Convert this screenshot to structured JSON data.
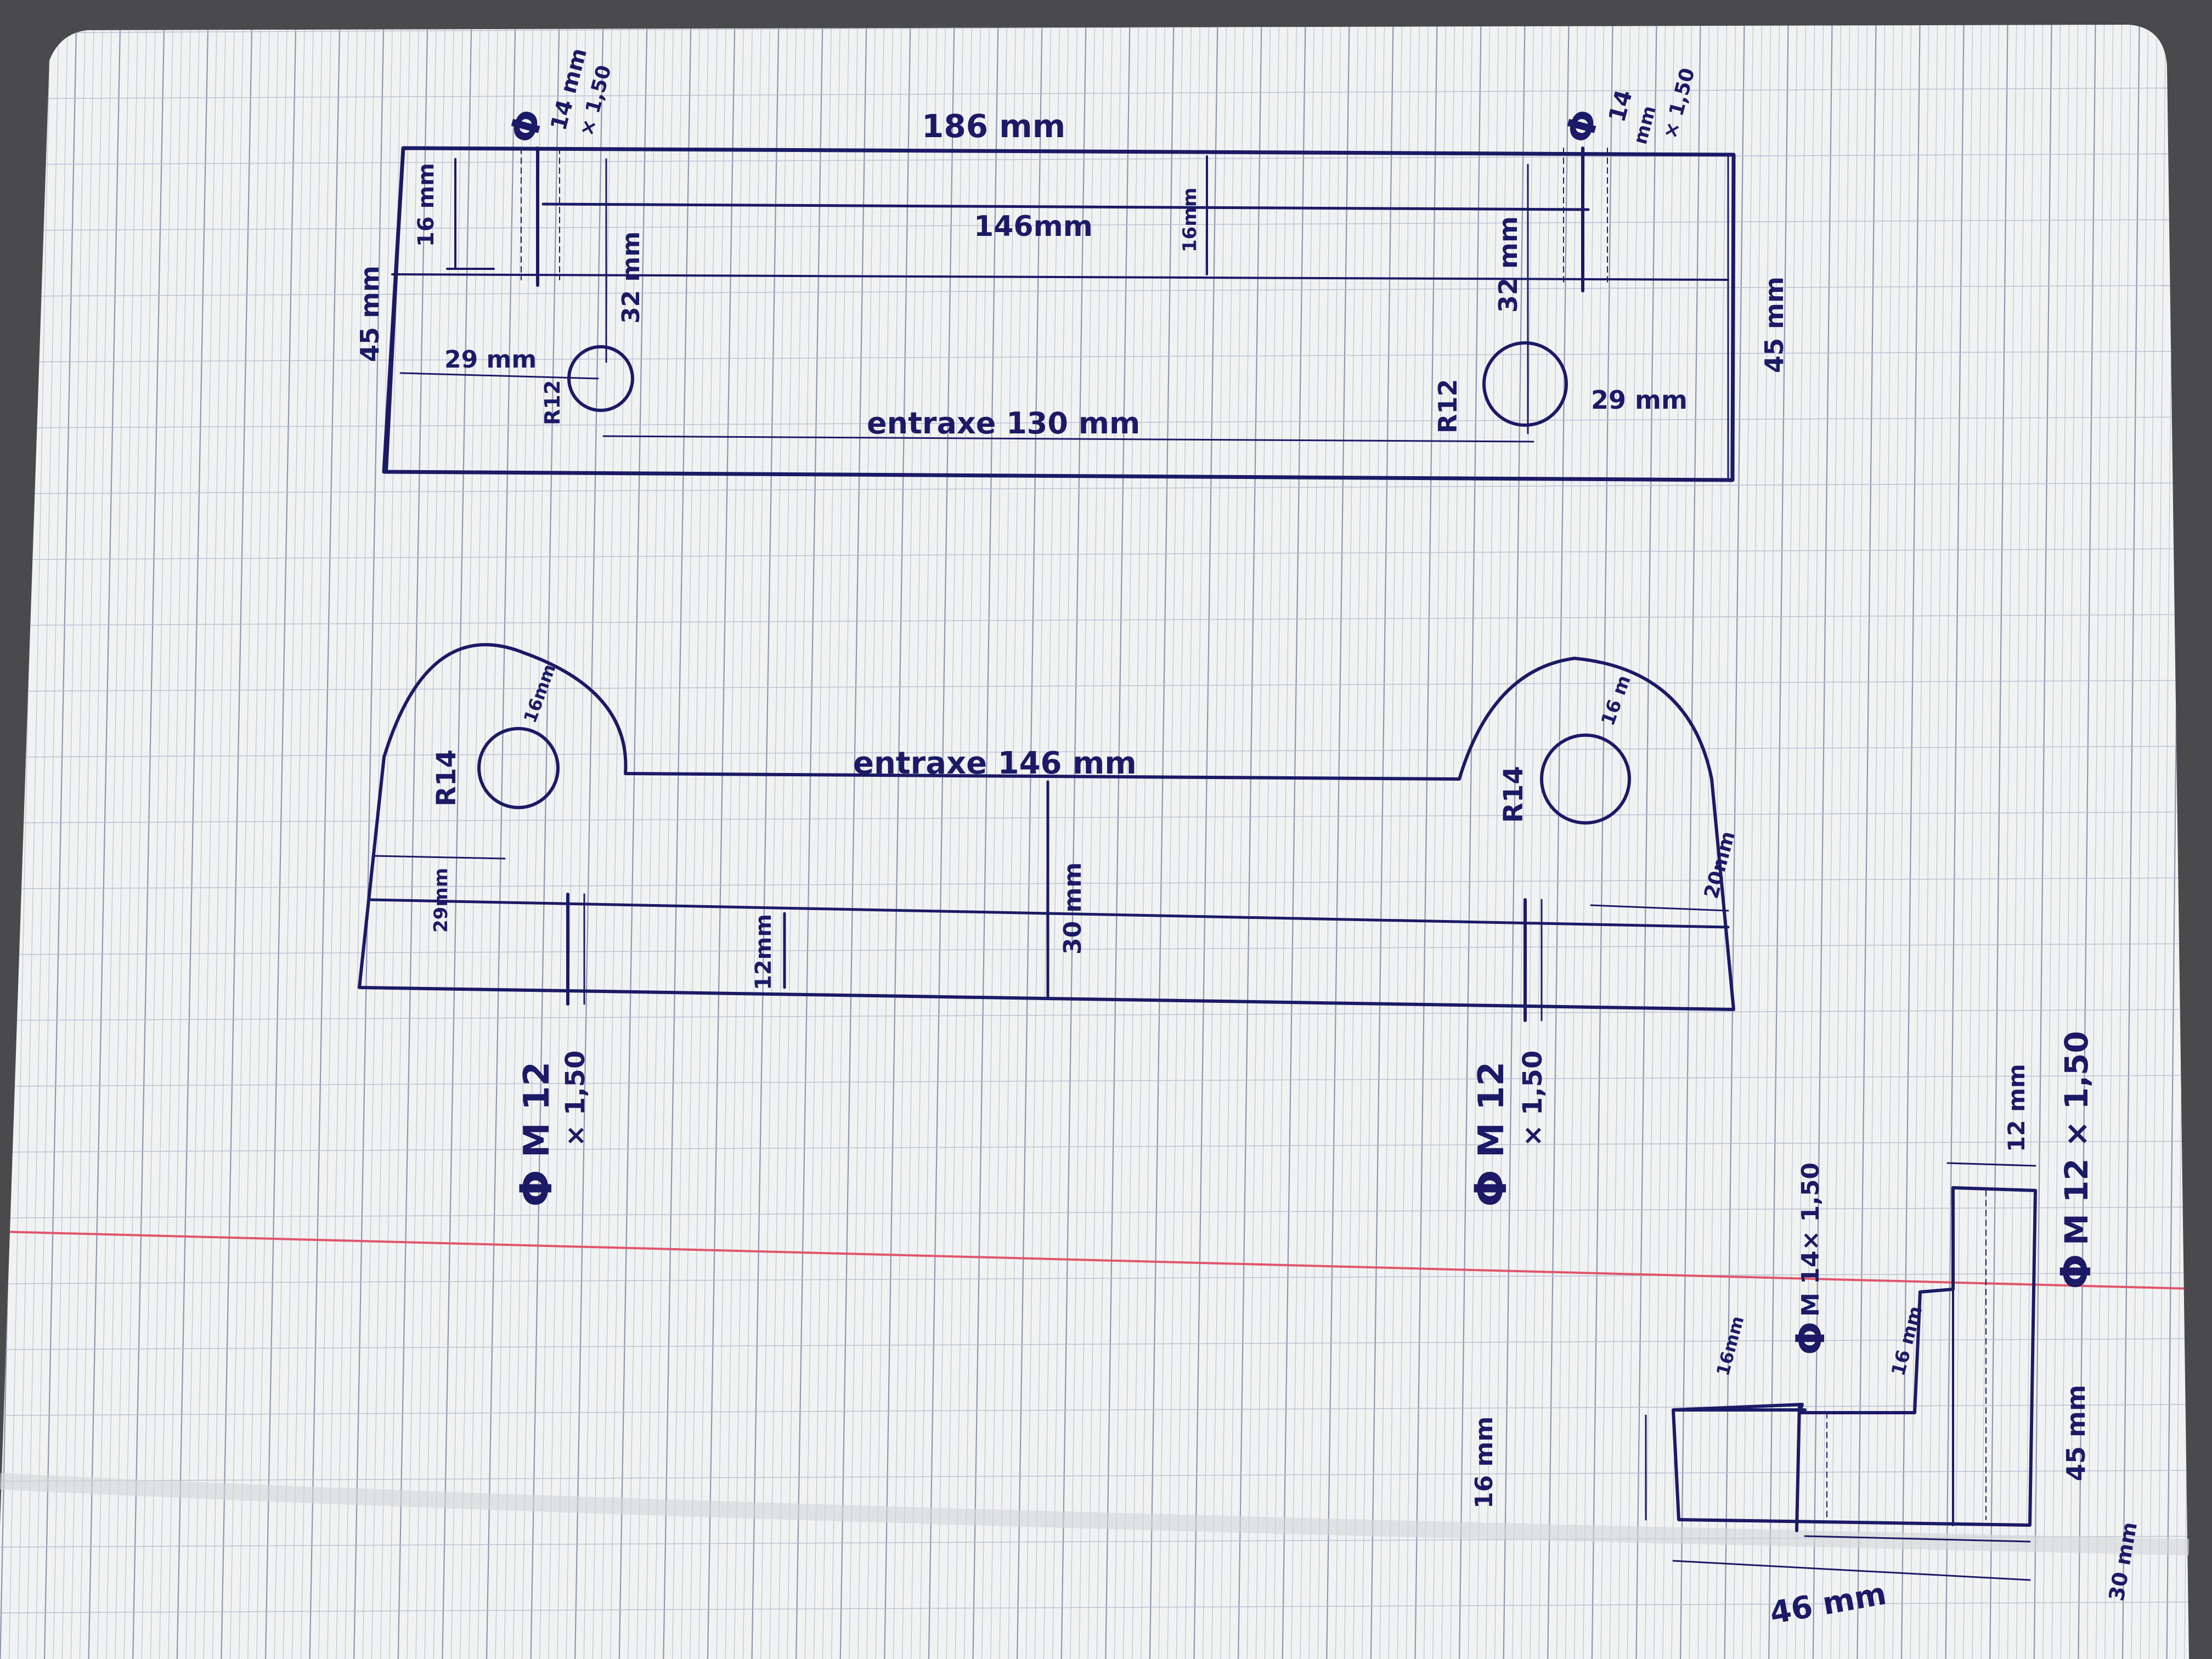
{
  "colors": {
    "desk": "#4a4a4c",
    "paper": "#f1f2f2",
    "grid_line": "#b9bfd0",
    "grid_major": "#8e97b2",
    "margin_line": "#e0556a",
    "ink": "#1c1a66",
    "dash_ink": "#3a3880"
  },
  "drawing_top": {
    "name": "plate-top-view",
    "labels": {
      "overall_length": "186 mm",
      "hole_spacing": "146mm",
      "center_distance": "entraxe 130 mm",
      "height_left": "45 mm",
      "height_right": "45 mm",
      "offset_left": "16 mm",
      "offset_right": "16mm",
      "vertical_left": "32 mm",
      "vertical_right": "32 mm",
      "edge_left": "29 mm",
      "edge_right": "29 mm",
      "radius_left": "R12",
      "radius_right": "R12",
      "thread_left_symbol": "Φ",
      "thread_left_size": "14 mm",
      "thread_left_pitch": "× 1,50",
      "thread_right_symbol": "Φ",
      "thread_right_size": "14",
      "thread_right_unit": "mm",
      "thread_right_pitch": "× 1,50"
    }
  },
  "drawing_middle": {
    "name": "bracket-side-view",
    "labels": {
      "center_distance": "entraxe 146 mm",
      "radius_left": "R14",
      "radius_right": "R14",
      "hole_left": "16mm",
      "hole_right": "16 m",
      "offset_left": "29mm",
      "offset_right": "20mm",
      "height_left": "12mm",
      "height_mid": "30 mm",
      "thread_left_symbol": "Φ",
      "thread_left_size": "M 12",
      "thread_left_pitch": "× 1,50",
      "thread_right_symbol": "Φ",
      "thread_right_size": "M 12",
      "thread_right_pitch": "× 1,50"
    }
  },
  "drawing_bottom": {
    "name": "pin-detail-view",
    "labels": {
      "head_width": "16 mm",
      "head_len": "16mm",
      "step_len": "16 mm",
      "tip_len": "12 mm",
      "shaft_len": "45 mm",
      "total_len": "46 mm",
      "base": "30 mm",
      "thread_a_symbol": "Φ",
      "thread_a": "M 14× 1,50",
      "thread_b_symbol": "Φ",
      "thread_b": "M 12 × 1,50"
    }
  }
}
